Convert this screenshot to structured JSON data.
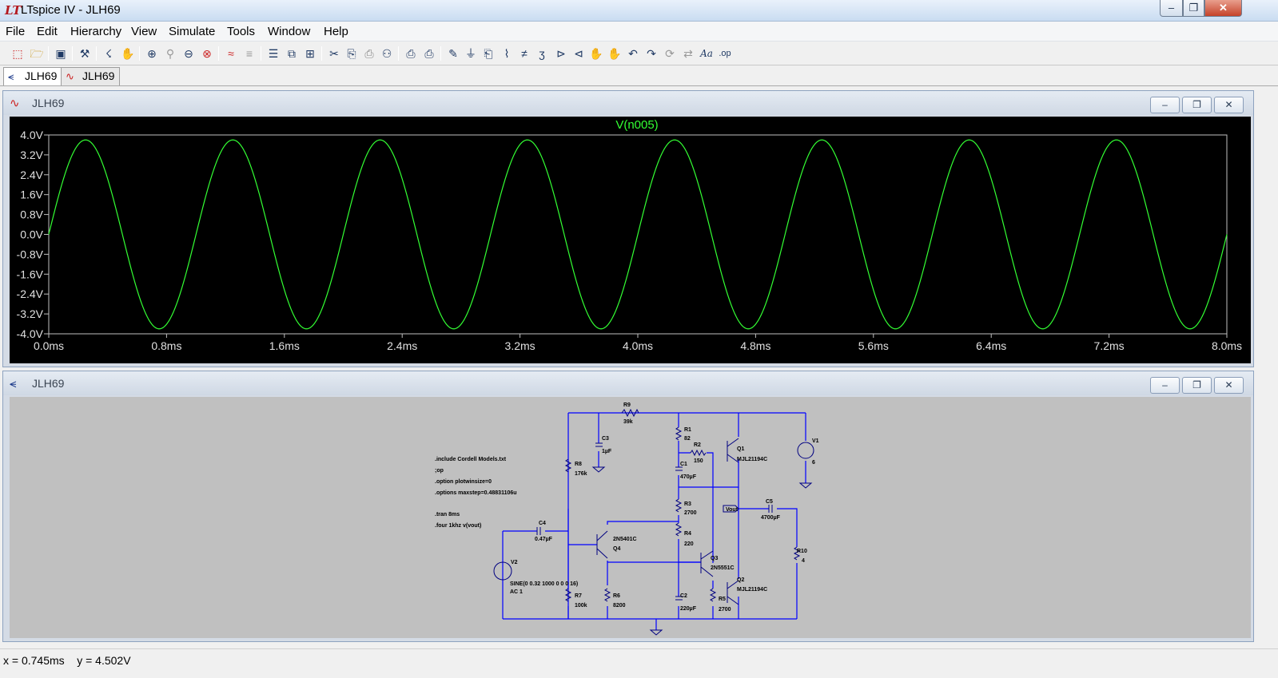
{
  "window": {
    "title": "LTspice IV - JLH69"
  },
  "menu": [
    "File",
    "Edit",
    "Hierarchy",
    "View",
    "Simulate",
    "Tools",
    "Window",
    "Help"
  ],
  "toolbar_icons": [
    "new-schematic-icon",
    "open-icon",
    "save-icon",
    "control-panel-icon",
    "run-icon",
    "halt-icon",
    "zoom-in-icon",
    "zoom-area-icon",
    "zoom-out-icon",
    "zoom-cancel-icon",
    "autorange-icon",
    "visible-traces-icon",
    "tile-horizontal-icon",
    "cascade-icon",
    "tile-icon",
    "cut-icon",
    "copy-icon",
    "paste-icon",
    "find-icon",
    "print-preview-icon",
    "print-icon",
    "wire-icon",
    "ground-icon",
    "label-icon",
    "resistor-icon",
    "capacitor-icon",
    "inductor-icon",
    "diode-icon",
    "component-icon",
    "move-icon",
    "drag-icon",
    "undo-icon",
    "redo-icon",
    "rotate-icon",
    "mirror-icon",
    "text-icon",
    "spice-directive-icon"
  ],
  "tabs": [
    {
      "label": "JLH69",
      "icon": "schematic-icon"
    },
    {
      "label": "JLH69",
      "icon": "waveform-icon"
    }
  ],
  "plot_window": {
    "title": "JLH69"
  },
  "schematic_window": {
    "title": "JLH69"
  },
  "chart_data": {
    "type": "line",
    "title": "V(n005)",
    "x_unit": "ms",
    "x_ticks": [
      "0.0ms",
      "0.8ms",
      "1.6ms",
      "2.4ms",
      "3.2ms",
      "4.0ms",
      "4.8ms",
      "5.6ms",
      "6.4ms",
      "7.2ms",
      "8.0ms"
    ],
    "y_ticks": [
      "4.0V",
      "3.2V",
      "2.4V",
      "1.6V",
      "0.8V",
      "0.0V",
      "-0.8V",
      "-1.6V",
      "-2.4V",
      "-3.2V",
      "-4.0V"
    ],
    "xlim": [
      0,
      8
    ],
    "ylim": [
      -4,
      4
    ],
    "series": [
      {
        "name": "V(n005)",
        "color": "#33ff33",
        "waveform": "sine",
        "amplitude": 3.8,
        "frequency_khz": 1,
        "offset": 0
      }
    ],
    "background": "#000000",
    "grid": false
  },
  "schematic": {
    "directives": [
      ".include Cordell Models.txt",
      ";op",
      ".option plotwinsize=0",
      ".options maxstep=0.48831106u",
      ".tran 8ms",
      ".four 1khz v(vout)"
    ],
    "components": {
      "R9": {
        "name": "R9",
        "value": "39k"
      },
      "C3": {
        "name": "C3",
        "value": "1µF"
      },
      "R1": {
        "name": "R1",
        "value": "82"
      },
      "R2": {
        "name": "R2",
        "value": "150"
      },
      "Q1": {
        "name": "Q1",
        "value": "MJL21194C"
      },
      "V1": {
        "name": "V1",
        "value": "6"
      },
      "R8": {
        "name": "R8",
        "value": "176k"
      },
      "C1": {
        "name": "C1",
        "value": "470µF"
      },
      "R3": {
        "name": "R3",
        "value": "2700"
      },
      "C5": {
        "name": "C5",
        "value": "4700µF"
      },
      "C4": {
        "name": "C4",
        "value": "0.47µF"
      },
      "Q4": {
        "name": "Q4",
        "value": "2N5401C"
      },
      "R4": {
        "name": "R4",
        "value": "220"
      },
      "R10": {
        "name": "R10",
        "value": "4"
      },
      "V2": {
        "name": "V2",
        "value": "SINE(0 0.32 1000 0 0 0 16)",
        "extra": "AC 1"
      },
      "Q3": {
        "name": "Q3",
        "value": "2N5551C"
      },
      "Q2": {
        "name": "Q2",
        "value": "MJL21194C"
      },
      "R7": {
        "name": "R7",
        "value": "100k"
      },
      "R6": {
        "name": "R6",
        "value": "8200"
      },
      "C2": {
        "name": "C2",
        "value": "220µF"
      },
      "R5": {
        "name": "R5",
        "value": "2700"
      }
    },
    "net_label": "Vout",
    "wire_color": "#0000ff"
  },
  "status": {
    "text": "x = 0.745ms    y = 4.502V"
  }
}
